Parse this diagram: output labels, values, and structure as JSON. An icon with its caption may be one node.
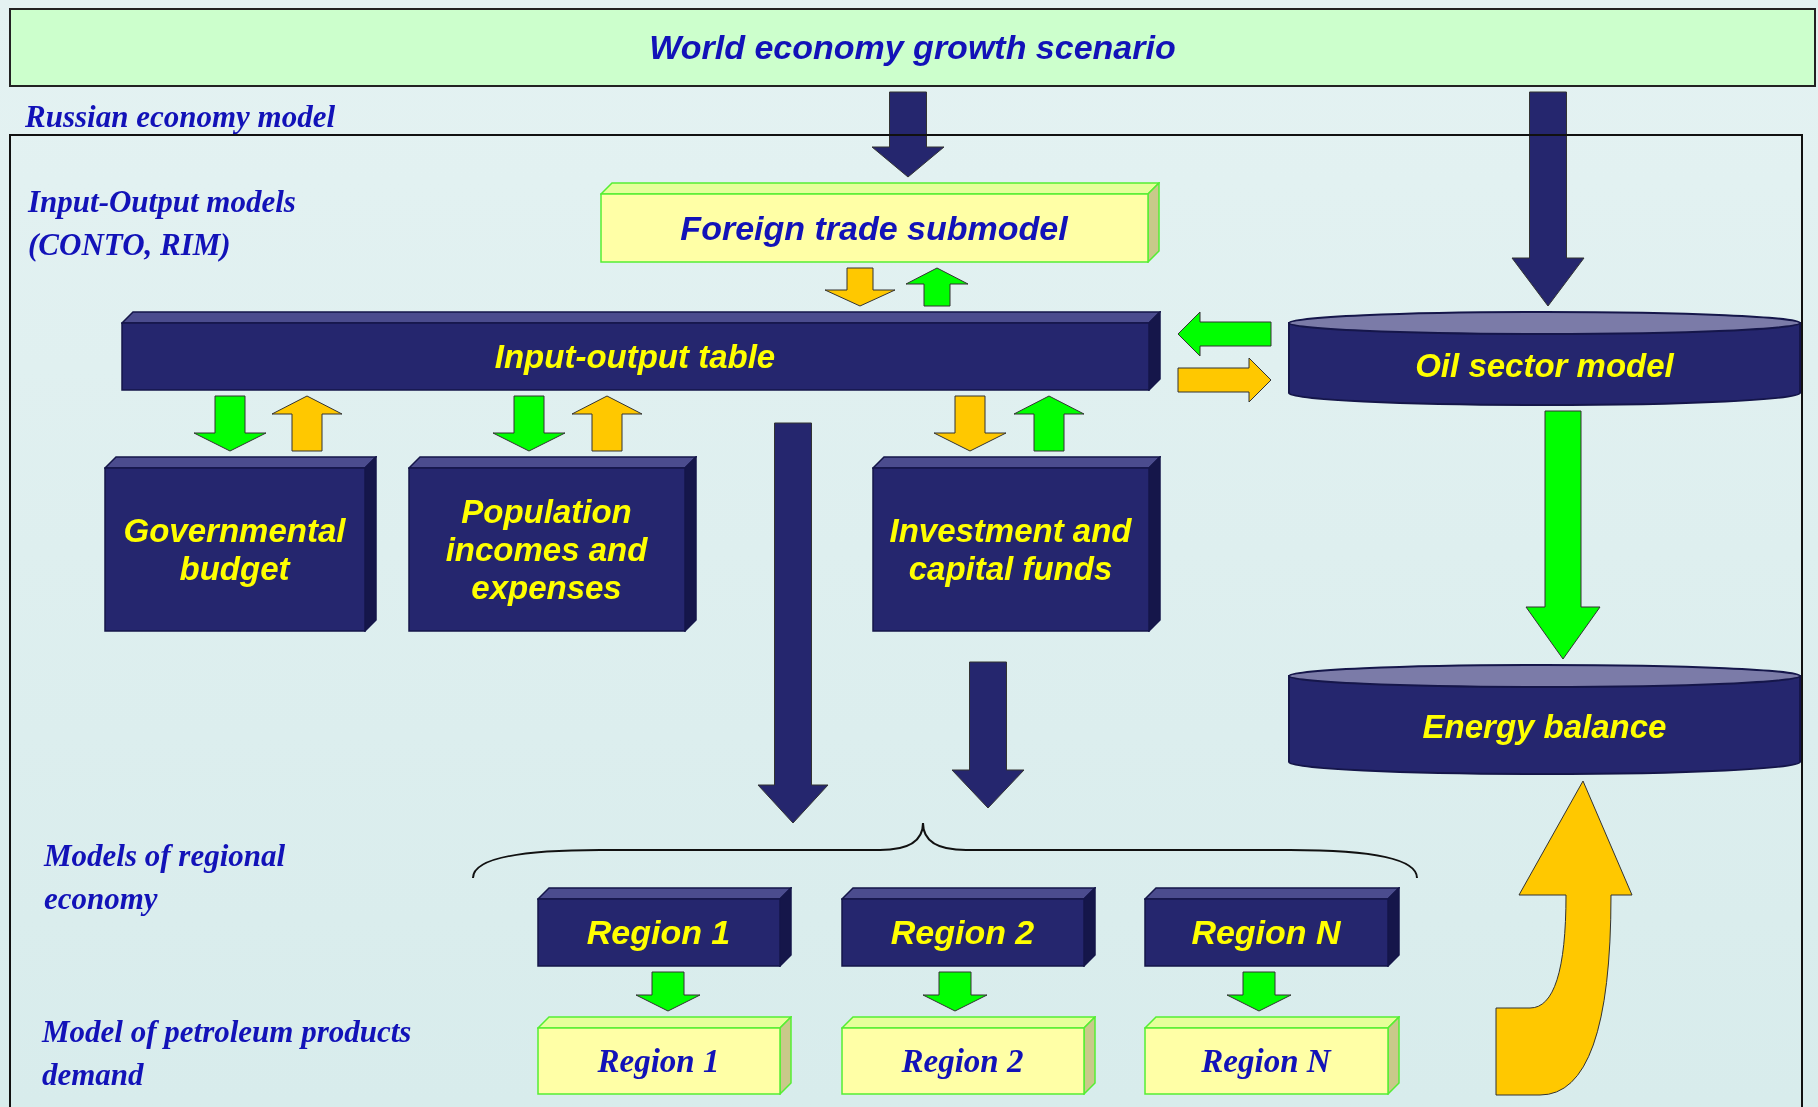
{
  "diagram": {
    "nodes": [
      {
        "text": [
          "World economy growth scenario"
        ]
      },
      {
        "text": [
          "Russian economy model"
        ]
      },
      {
        "text": [
          "Foreign trade submodel"
        ],
        "in": 1
      },
      {
        "text": [
          "Input-output table"
        ],
        "in": 1
      },
      {
        "text": [
          "Governmental budget"
        ],
        "in": 1
      },
      {
        "text": [
          "Population incomes and expenses"
        ],
        "in": 1
      },
      {
        "text": [
          "Investment and capital funds"
        ],
        "in": 1
      },
      {
        "text": [
          "Oil sector model"
        ],
        "in": 1
      },
      {
        "text": [
          "Energy balance"
        ],
        "in": 1
      },
      {
        "text": [
          "Region 1"
        ],
        "in": 1
      },
      {
        "text": [
          "Region  2"
        ],
        "in": 1
      },
      {
        "text": [
          "Region N"
        ],
        "in": 1
      },
      {
        "text": [
          "Region 1"
        ],
        "in": 1
      },
      {
        "text": [
          "Region 2"
        ],
        "in": 1
      },
      {
        "text": [
          "Region N"
        ],
        "in": 1
      }
    ],
    "edges": [
      {
        "from": 0,
        "to": 2,
        "arrow": "to",
        "color": "#25266e"
      },
      {
        "from": 0,
        "to": 7,
        "arrow": "to",
        "color": "#25266e"
      },
      {
        "from": 2,
        "to": 3,
        "arrow": "to",
        "color": "#ffc800"
      },
      {
        "from": 3,
        "to": 2,
        "arrow": "to"
      },
      {
        "from": 3,
        "to": 4,
        "arrow": "to"
      },
      {
        "from": 4,
        "to": 3,
        "arrow": "to",
        "color": "#ffc800"
      },
      {
        "from": 3,
        "to": 5,
        "arrow": "to"
      },
      {
        "from": 5,
        "to": 3,
        "arrow": "to",
        "color": "#ffc800"
      },
      {
        "from": 3,
        "to": 6,
        "arrow": "to",
        "color": "#ffc800"
      },
      {
        "from": 6,
        "to": 3,
        "arrow": "to"
      },
      {
        "from": 7,
        "to": 3,
        "arrow": "to"
      },
      {
        "from": 3,
        "to": 7,
        "arrow": "to",
        "color": "#ffc800"
      },
      {
        "from": 7,
        "to": 8,
        "arrow": "to"
      },
      {
        "from": 3,
        "to": null,
        "arrow": "to",
        "color": "#25266e"
      },
      {
        "from": 6,
        "to": null,
        "arrow": "to",
        "color": "#25266e"
      },
      {
        "from": 9,
        "to": 12,
        "arrow": "to"
      },
      {
        "from": 10,
        "to": 13,
        "arrow": "to"
      },
      {
        "from": 11,
        "to": 14,
        "arrow": "to"
      },
      {
        "from": null,
        "to": 8,
        "arrow": "to",
        "color": "#ffc800"
      }
    ],
    "labels": [
      "Input-Output models (CONTO, RIM)",
      "Models of regional economy",
      "Model of  petroleum products demand"
    ]
  }
}
